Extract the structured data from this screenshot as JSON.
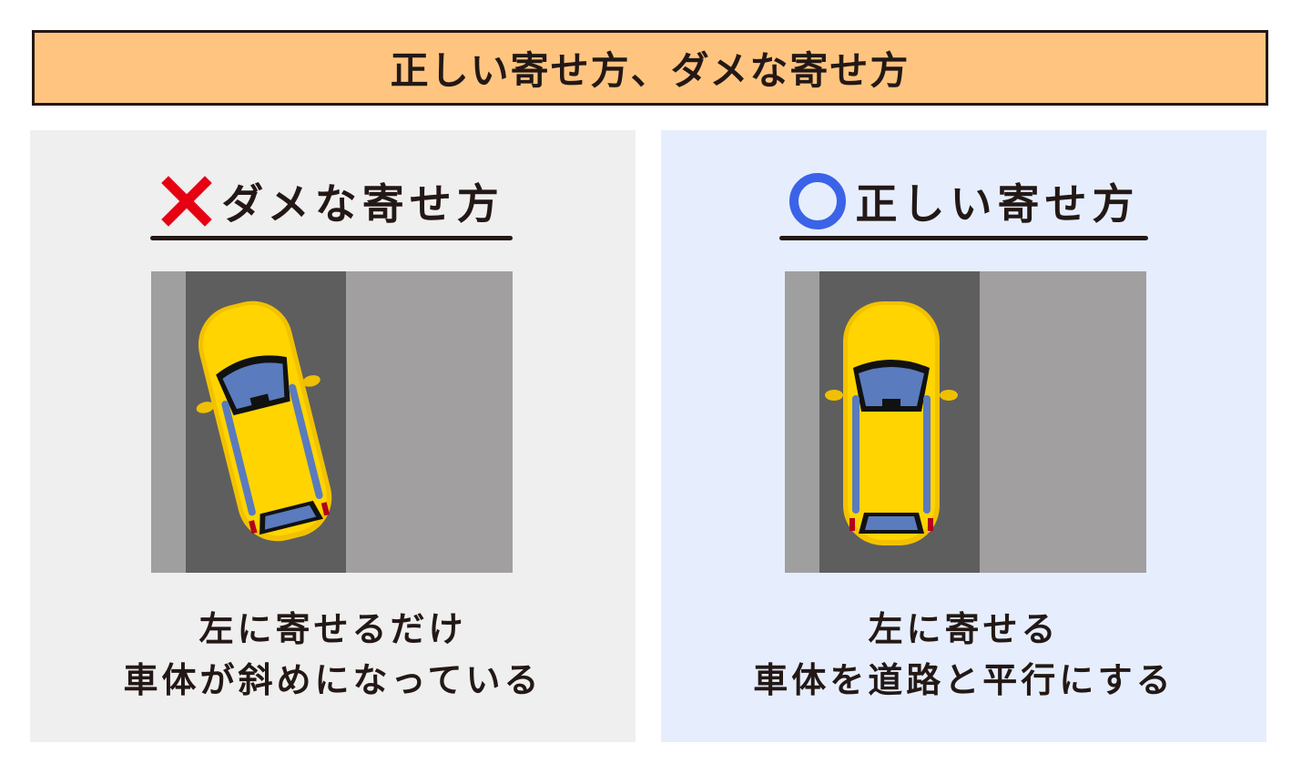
{
  "title": "正しい寄せ方、ダメな寄せ方",
  "colors": {
    "title_bg": "#ffc580",
    "text": "#231815",
    "bad_panel_bg": "#efefef",
    "good_panel_bg": "#e6eefd",
    "cross_red": "#e60012",
    "circle_blue": "#3a63e8",
    "car_yellow": "#ffd400",
    "window_blue": "#5a7bbd",
    "lane_dark": "#5e5e5e",
    "road_gray": "#a19f9f"
  },
  "panels": {
    "bad": {
      "icon": "cross-icon",
      "heading": "ダメな寄せ方",
      "caption_line1": "左に寄せるだけ",
      "caption_line2": "車体が斜めになっている",
      "car_angle_deg": -14
    },
    "good": {
      "icon": "circle-icon",
      "heading": "正しい寄せ方",
      "caption_line1": "左に寄せる",
      "caption_line2": "車体を道路と平行にする",
      "car_angle_deg": 0
    }
  }
}
